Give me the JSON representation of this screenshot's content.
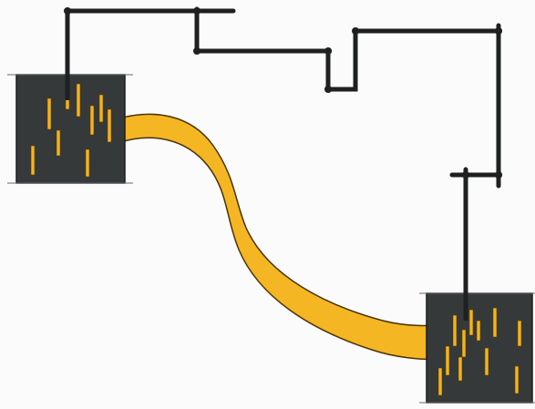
{
  "diagram": {
    "colors": {
      "background": "#fbfbfb",
      "wire": "#1e2022",
      "block_fill": "#36393a",
      "block_edge": "#1b1d1e",
      "bar": "#f2b51f",
      "bar_edge": "#5a3b00",
      "ribbon": "#f4b623",
      "ribbon_edge": "#4a3208",
      "guide": "#6a6a6a"
    },
    "elements": {
      "left_block": {
        "shape": "dark-square",
        "contains": "vertical-yellow-bars"
      },
      "right_block": {
        "shape": "dark-square",
        "contains": "vertical-yellow-bars"
      },
      "ribbon": {
        "shape": "curved-yellow-band",
        "connects": [
          "left_block",
          "right_block"
        ]
      },
      "wire": {
        "shape": "black-stepped-line",
        "connects": [
          "left_block",
          "right_block"
        ]
      }
    }
  }
}
